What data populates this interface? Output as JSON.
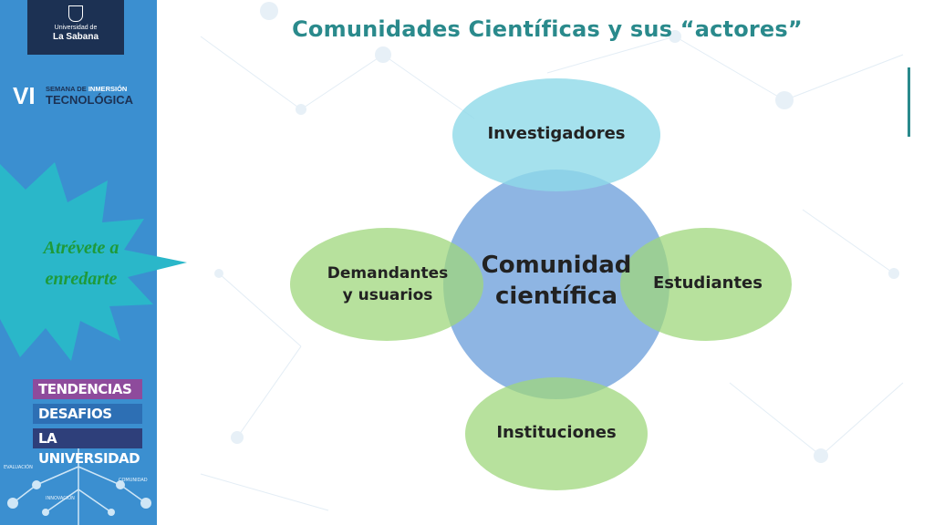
{
  "sidebar": {
    "logo_line1": "Universidad de",
    "logo_line2": "La Sabana",
    "event_numeral": "VI",
    "event_line1_a": "SEMANA DE ",
    "event_line1_b": "INMERSIÓN",
    "event_line2": "TECNOLÓGICA",
    "burst_line1": "Atrévete a",
    "burst_line2": "enredarte",
    "banner1": "TENDENCIAS Y",
    "banner2": "DESAFIOS PARA",
    "banner3": "LA UNIVERSIDAD",
    "tree_label1": "EVALUACIÓN",
    "tree_label2": "COMUNIDAD",
    "tree_label3": "INNOVACIÓN"
  },
  "slide": {
    "title": "Comunidades Científicas y sus “actores”"
  },
  "diagram": {
    "center_line1": "Comunidad",
    "center_line2": "científica",
    "top": "Investigadores",
    "right": "Estudiantes",
    "bottom": "Instituciones",
    "left_line1": "Demandantes",
    "left_line2": "y usuarios"
  },
  "colors": {
    "sidebar": "#3b8fd0",
    "burst": "#2ab7c9",
    "title": "#2a8a8c",
    "center": "#7aa8de",
    "top": "#8ed9e8",
    "right": "#9fd77c",
    "bottom": "#9fd77c",
    "left": "#9fd77c"
  }
}
